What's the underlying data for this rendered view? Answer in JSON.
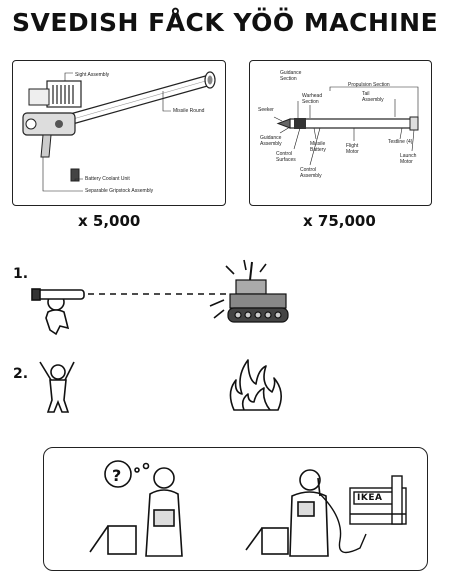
{
  "title": "SVEDISH FÅCK YÖÖ MACHINE",
  "panel_left": {
    "labels": {
      "sight": "Sight Assembly",
      "missile": "Missile Round",
      "battery": "Battery Coolant Unit",
      "grip": "Separable Gripstock Assembly"
    },
    "count": "x 5,000"
  },
  "panel_right": {
    "labels": {
      "guidance": "Guidance Section",
      "propulsion": "Propulsion Section",
      "warhead": "Warhead Section",
      "tail": "Tail Assembly",
      "seeker": "Seeker",
      "guidance_assembly": "Guidance Assembly",
      "missile_battery": "Missile Battery",
      "flight_motor": "Flight Motor",
      "testline": "Testline (4)",
      "launch_motor": "Launch Motor",
      "control_surfaces": "Control Surfaces",
      "control_assembly": "Control Assembly"
    },
    "count": "x 75,000"
  },
  "steps": [
    {
      "number": "1."
    },
    {
      "number": "2."
    }
  ],
  "bottom": {
    "question_mark": "?",
    "store_sign": "IKEA"
  }
}
